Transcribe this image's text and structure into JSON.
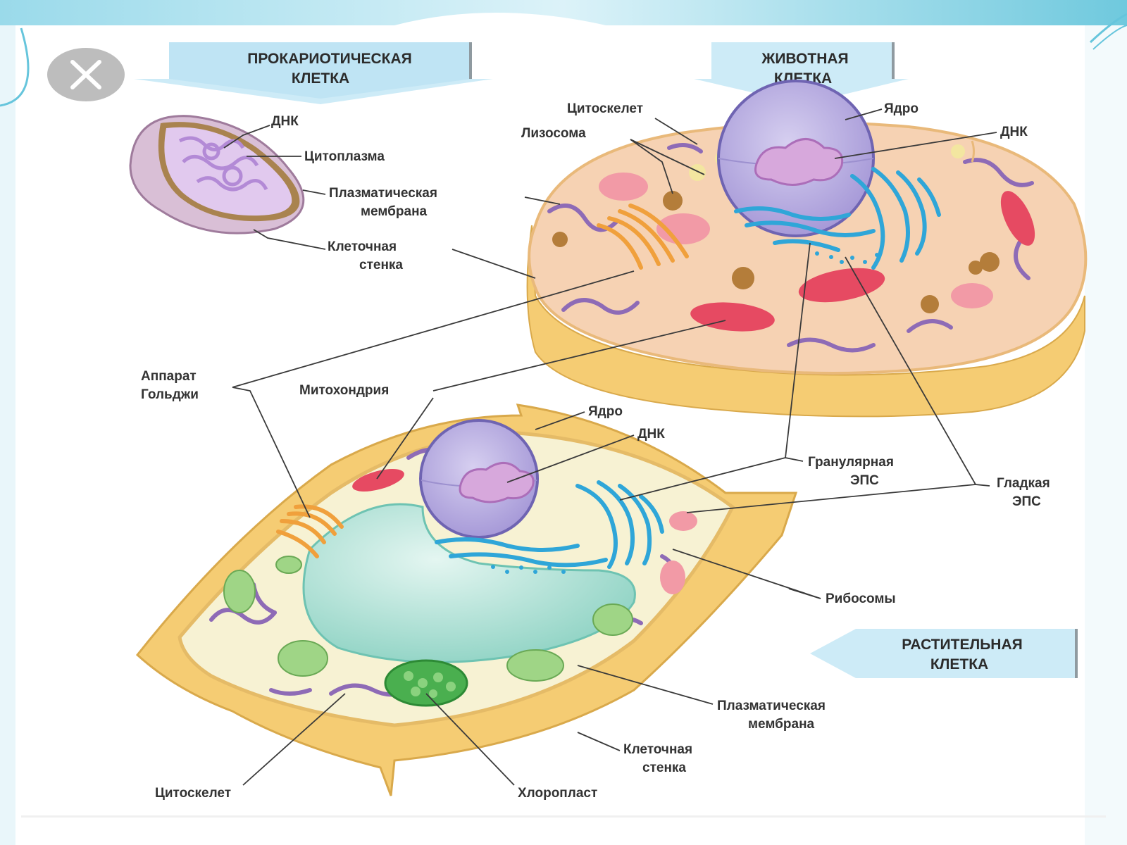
{
  "banners": {
    "prokaryote": [
      "ПРОКАРИОТИЧЕСКАЯ",
      "КЛЕТКА"
    ],
    "animal": [
      "ЖИВОТНАЯ",
      "КЛЕТКА"
    ],
    "plant": [
      "РАСТИТЕЛЬНАЯ",
      "КЛЕТКА"
    ]
  },
  "prokaryote_labels": {
    "dna": "ДНК",
    "cytoplasm": "Цитоплазма",
    "membrane": [
      "Плазматическая",
      "мембрана"
    ],
    "wall": [
      "Клеточная",
      "стенка"
    ]
  },
  "animal_labels": {
    "cytoskeleton": "Цитоскелет",
    "nucleus": "Ядро",
    "lysosome": "Лизосома",
    "dna": "ДНК"
  },
  "shared_labels": {
    "golgi": [
      "Аппарат",
      "Гольджи"
    ],
    "mitochondria": "Митохондрия",
    "rough_er": [
      "Гранулярная",
      "ЭПС"
    ],
    "smooth_er": [
      "Гладкая",
      "ЭПС"
    ],
    "ribosomes": "Рибосомы"
  },
  "plant_labels": {
    "nucleus": "Ядро",
    "dna": "ДНК",
    "membrane": [
      "Плазматическая",
      "мембрана"
    ],
    "wall": [
      "Клеточная",
      "стенка"
    ],
    "cytoskeleton": "Цитоскелет",
    "chloroplast": "Хлоропласт"
  },
  "colors": {
    "frame_top": "#7fd3e6",
    "banner_fill": "#bfe6f5",
    "wall": "#f6d67d",
    "cytoplasm_animal": "#f7d6b8",
    "cytoplasm_plant": "#f5f0cf",
    "nucleus": "#b9aee0",
    "vacuole": "#aee1d5",
    "chloroplast": "#7cc576",
    "mitochondria": "#e0506a",
    "er": "#2fa6d8"
  },
  "close_icon": "close-icon"
}
